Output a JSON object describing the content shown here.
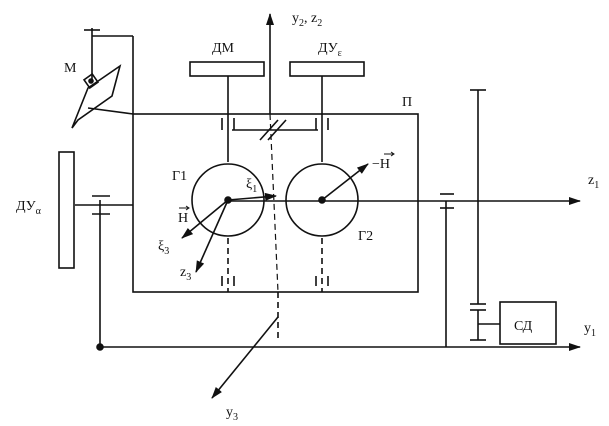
{
  "labels": {
    "M": "М",
    "DM": "ДМ",
    "DU_eps_base": "ДУ",
    "DU_eps_sub": "ε",
    "DU_alpha_base": "ДУ",
    "DU_alpha_sub": "α",
    "P": "П",
    "G1": "Г1",
    "G2": "Г2",
    "SD": "СД",
    "xi1_base": "ξ",
    "xi1_sub": "1",
    "xi3_base": "ξ",
    "xi3_sub": "3",
    "H": "H",
    "minusH": "−H",
    "z3_base": "z",
    "z3_sub": "3",
    "z1_base": "z",
    "z1_sub": "1",
    "y1_base": "y",
    "y1_sub": "1",
    "y3_base": "y",
    "y3_sub": "3",
    "y2z2_a": "y",
    "y2z2_a_sub": "2",
    "y2z2_sep": ", ",
    "y2z2_b": "z",
    "y2z2_b_sub": "2"
  }
}
